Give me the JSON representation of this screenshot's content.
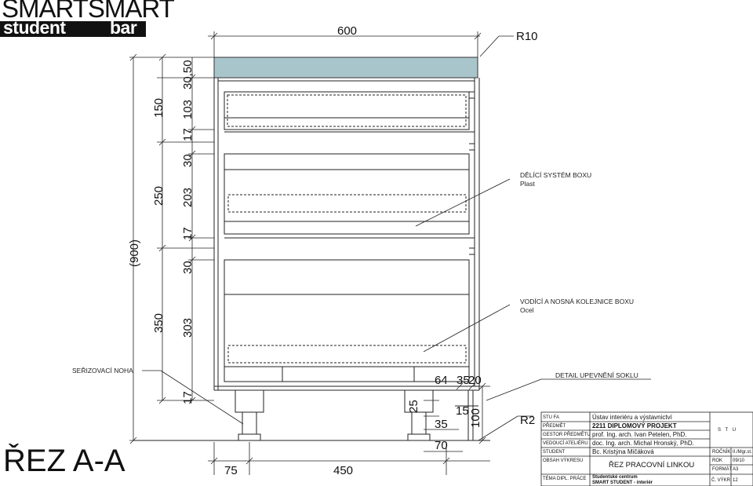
{
  "logo": {
    "line1": "SMARTSMART",
    "word1": "student",
    "word2": "bar"
  },
  "section_title": "ŘEZ A-A",
  "dimensions": {
    "top_width": "600",
    "overall_height": "(900)",
    "drawer1": "150",
    "drawer2": "250",
    "drawer3": "350",
    "inner": [
      "30,50",
      "103",
      "17",
      "30",
      "203",
      "17",
      "30",
      "303",
      "17"
    ],
    "bottom_left": "75",
    "bottom_width": "450",
    "detail": [
      "64",
      "35",
      "20",
      "25",
      "15",
      "35",
      "100",
      "70"
    ],
    "radius_top": "R10",
    "radius_detail": "R2"
  },
  "annotations": {
    "divider_title": "DĚLÍCÍ SYSTÉM BOXU",
    "divider_material": "Plast",
    "rail_title": "VODÍCÍ A NOSNÁ KOLEJNICE BOXU",
    "rail_material": "Ocel",
    "foot": "SEŘIZOVACÍ NOHA",
    "detail": "DETAIL UPEVNĚNÍ SOKLU"
  },
  "title_block": {
    "school_label": "STU FA",
    "school_value": "Ústav interiéru a výstavnictví",
    "subject_label": "PŘEDMĚT",
    "subject_value": "2211 DIPLOMOVÝ PROJEKT",
    "guarantor_label": "GESTOR PŘEDMĚTU",
    "guarantor_value": "prof. Ing. arch. Ivan Petelen, PhD.",
    "leader_label": "VEDOUCÍ ATELIÉRU",
    "leader_value": "doc. Ing. arch. Michal Hronský, PhD.",
    "student_label": "STUDENT",
    "student_value": "Bc. Kristýna Mičáková",
    "content_label": "OBSAH VÝKRESU",
    "content_value": "ŘEZ PRACOVNÍ LINKOU",
    "theme_label": "TÉMA DIPL. PRÁCE",
    "theme_line1": "Studentské centrum",
    "theme_line2": "SMART STUDENT - interiér",
    "year_label": "ROČNÍK",
    "year_value": "II./Mgr.st.",
    "rok_label": "ROK",
    "rok_value": "09/10",
    "format_label": "FORMÁT",
    "format_value": "A3",
    "sheet_label": "Č. VÝKR.",
    "sheet_value": "12",
    "stu_logo": "S T U"
  }
}
